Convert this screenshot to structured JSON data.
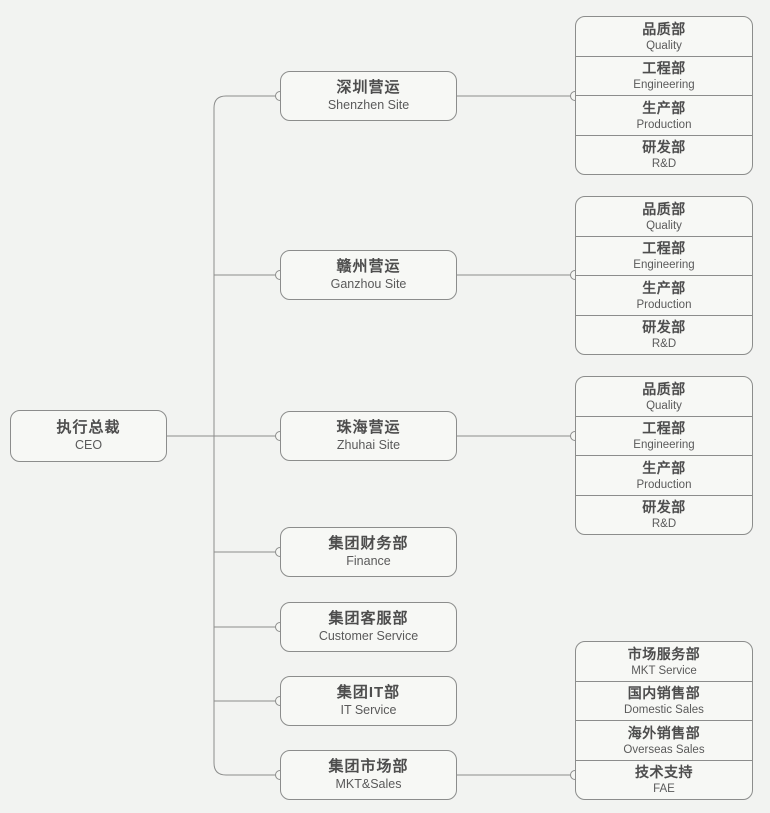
{
  "colors": {
    "background": "#f2f3f1",
    "node_fill": "#f7f8f5",
    "node_border": "#8c8d8c",
    "connector_line": "#8c8d8c",
    "text_primary": "#4d4d4d",
    "text_secondary": "#5a5a5a"
  },
  "root": {
    "title_zh": "执行总裁",
    "title_en": "CEO"
  },
  "branches": [
    {
      "title_zh": "深圳营运",
      "title_en": "Shenzhen Site",
      "departments": [
        {
          "zh": "品质部",
          "en": "Quality"
        },
        {
          "zh": "工程部",
          "en": "Engineering"
        },
        {
          "zh": "生产部",
          "en": "Production"
        },
        {
          "zh": "研发部",
          "en": "R&D"
        }
      ]
    },
    {
      "title_zh": "赣州营运",
      "title_en": "Ganzhou Site",
      "departments": [
        {
          "zh": "品质部",
          "en": "Quality"
        },
        {
          "zh": "工程部",
          "en": "Engineering"
        },
        {
          "zh": "生产部",
          "en": "Production"
        },
        {
          "zh": "研发部",
          "en": "R&D"
        }
      ]
    },
    {
      "title_zh": "珠海营运",
      "title_en": "Zhuhai Site",
      "departments": [
        {
          "zh": "品质部",
          "en": "Quality"
        },
        {
          "zh": "工程部",
          "en": "Engineering"
        },
        {
          "zh": "生产部",
          "en": "Production"
        },
        {
          "zh": "研发部",
          "en": "R&D"
        }
      ]
    },
    {
      "title_zh": "集团财务部",
      "title_en": "Finance",
      "departments": []
    },
    {
      "title_zh": "集团客服部",
      "title_en": "Customer Service",
      "departments": []
    },
    {
      "title_zh": "集团IT部",
      "title_en": "IT Service",
      "departments": []
    },
    {
      "title_zh": "集团市场部",
      "title_en": "MKT&Sales",
      "departments": [
        {
          "zh": "市场服务部",
          "en": "MKT Service"
        },
        {
          "zh": "国内销售部",
          "en": "Domestic Sales"
        },
        {
          "zh": "海外销售部",
          "en": "Overseas Sales"
        },
        {
          "zh": "技术支持",
          "en": "FAE"
        }
      ]
    }
  ]
}
